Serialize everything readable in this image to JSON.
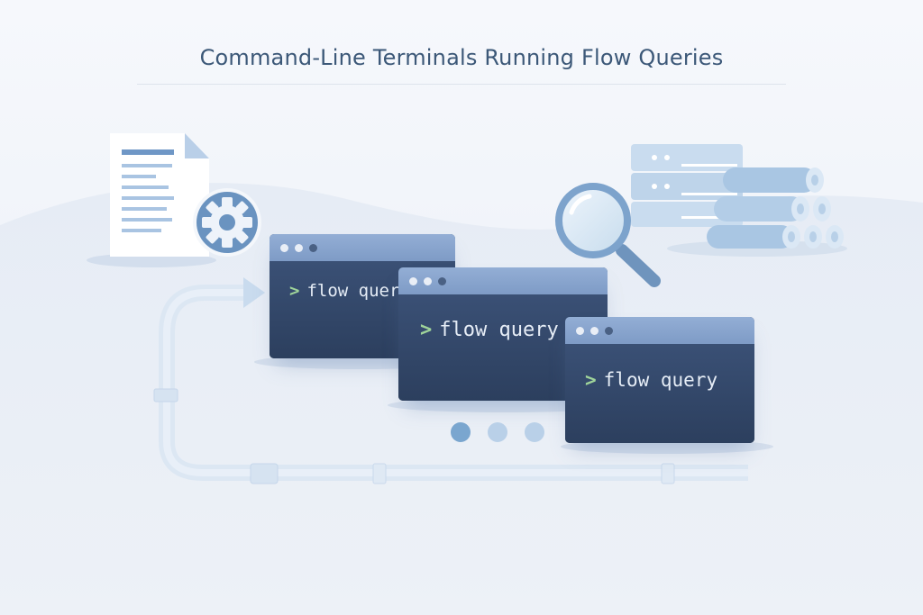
{
  "title": "Command-Line Terminals Running Flow Queries",
  "terminals": [
    {
      "prompt": ">",
      "command": "flow quer"
    },
    {
      "prompt": ">",
      "command": "flow query"
    },
    {
      "prompt": ">",
      "command": "flow query"
    }
  ],
  "pagination": {
    "total": 3,
    "active": 1
  },
  "icons": [
    "document-icon",
    "gear-icon",
    "magnifier-icon",
    "server-icon",
    "pipe-stack-icon",
    "arrow-icon"
  ],
  "colors": {
    "terminal_body": "#34496a",
    "terminal_bar": "#8aa6d0",
    "prompt": "#9fd49a",
    "accent": "#7aa6cf",
    "title": "#3c5878"
  }
}
